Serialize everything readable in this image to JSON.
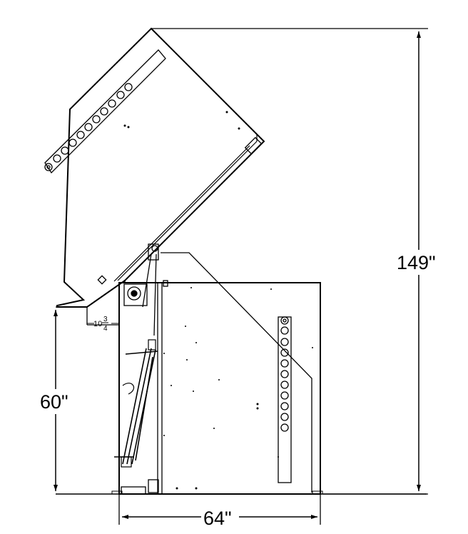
{
  "dimensions": {
    "overall_height": "149\"",
    "load_height": "60\"",
    "width": "64\"",
    "offset_whole": "10",
    "offset_num": "3",
    "offset_den": "4"
  }
}
